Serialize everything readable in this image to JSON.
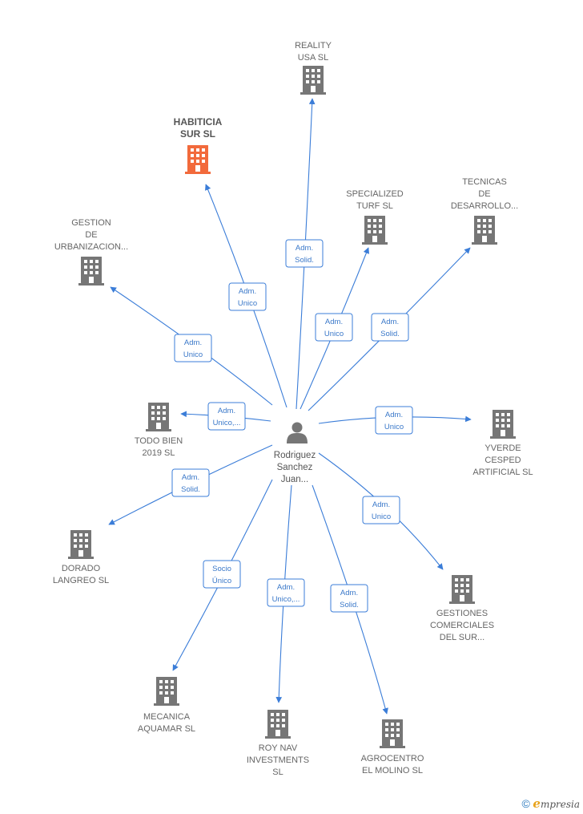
{
  "center": {
    "name_lines": [
      "Rodriguez",
      "Sanchez",
      "Juan..."
    ],
    "icon": "person-icon"
  },
  "colors": {
    "edge": "#3b7dd8",
    "building": "#767676",
    "building_highlight": "#f26a3c",
    "role_text": "#3a78c9"
  },
  "nodes": [
    {
      "id": "reality-usa",
      "label_lines": [
        "REALITY",
        "USA  SL"
      ],
      "role_lines": [
        "Adm.",
        "Solid."
      ],
      "icon": "building-icon",
      "highlight": false
    },
    {
      "id": "habiticia-sur",
      "label_lines": [
        "HABITICIA",
        "SUR  SL"
      ],
      "role_lines": [
        "Adm.",
        "Unico"
      ],
      "icon": "building-icon",
      "highlight": true
    },
    {
      "id": "specialized-turf",
      "label_lines": [
        "SPECIALIZED",
        "TURF  SL"
      ],
      "role_lines": [
        "Adm.",
        "Unico"
      ],
      "icon": "building-icon",
      "highlight": false
    },
    {
      "id": "tecnicas-desarrollo",
      "label_lines": [
        "TECNICAS",
        "DE",
        "DESARROLLO..."
      ],
      "role_lines": [
        "Adm.",
        "Solid."
      ],
      "icon": "building-icon",
      "highlight": false
    },
    {
      "id": "gestion-urbanizacion",
      "label_lines": [
        "GESTION",
        "DE",
        "URBANIZACION..."
      ],
      "role_lines": [
        "Adm.",
        "Unico"
      ],
      "icon": "building-icon",
      "highlight": false
    },
    {
      "id": "todo-bien-2019",
      "label_lines": [
        "TODO BIEN",
        "2019  SL"
      ],
      "role_lines": [
        "Adm.",
        "Unico,..."
      ],
      "icon": "building-icon",
      "highlight": false
    },
    {
      "id": "yverde-cesped",
      "label_lines": [
        "YVERDE",
        "CESPED",
        "ARTIFICIAL SL"
      ],
      "role_lines": [
        "Adm.",
        "Unico"
      ],
      "icon": "building-icon",
      "highlight": false
    },
    {
      "id": "dorado-langreo",
      "label_lines": [
        "DORADO",
        "LANGREO SL"
      ],
      "role_lines": [
        "Adm.",
        "Solid."
      ],
      "icon": "building-icon",
      "highlight": false
    },
    {
      "id": "gestiones-comerciales",
      "label_lines": [
        "GESTIONES",
        "COMERCIALES",
        "DEL SUR..."
      ],
      "role_lines": [
        "Adm.",
        "Unico"
      ],
      "icon": "building-icon",
      "highlight": false
    },
    {
      "id": "mecanica-aquamar",
      "label_lines": [
        "MECANICA",
        "AQUAMAR SL"
      ],
      "role_lines": [
        "Socio",
        "Único"
      ],
      "icon": "building-icon",
      "highlight": false
    },
    {
      "id": "roy-nav",
      "label_lines": [
        "ROY NAV",
        "INVESTMENTS",
        "SL"
      ],
      "role_lines": [
        "Adm.",
        "Unico,..."
      ],
      "icon": "building-icon",
      "highlight": false
    },
    {
      "id": "agrocentro-molino",
      "label_lines": [
        "AGROCENTRO",
        "EL MOLINO  SL"
      ],
      "role_lines": [
        "Adm.",
        "Solid."
      ],
      "icon": "building-icon",
      "highlight": false
    }
  ],
  "footer": {
    "copyright_symbol": "©",
    "brand_initial": "e",
    "brand_rest": "mpresia"
  }
}
